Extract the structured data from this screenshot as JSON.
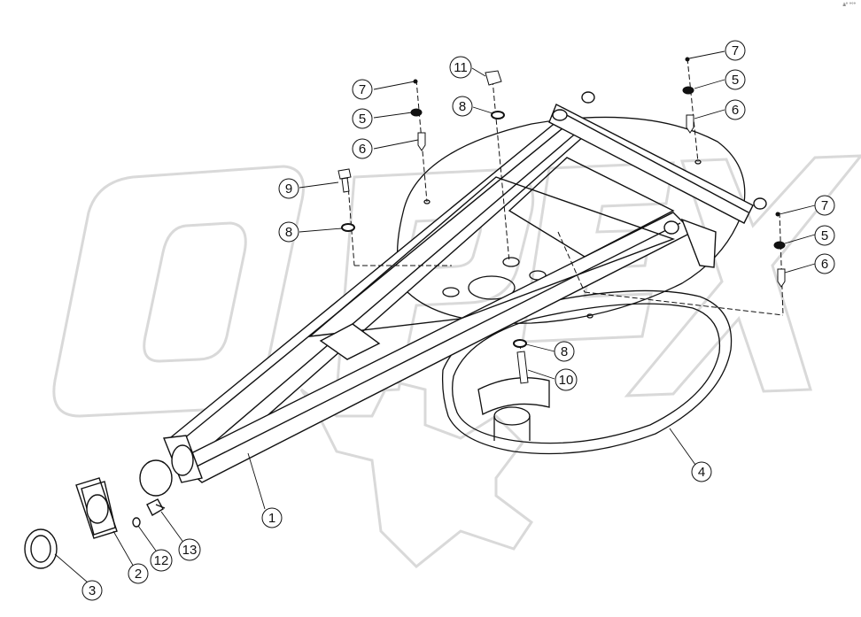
{
  "corner_tag": "a° °°°",
  "watermark_text": "OPEX",
  "colors": {
    "line": "#111111",
    "watermark": "#d9d9d9",
    "background": "#ffffff"
  },
  "callouts": [
    {
      "id": "c1",
      "label": "1"
    },
    {
      "id": "c2",
      "label": "2"
    },
    {
      "id": "c3",
      "label": "3"
    },
    {
      "id": "c4",
      "label": "4"
    },
    {
      "id": "c5a",
      "label": "5"
    },
    {
      "id": "c5b",
      "label": "5"
    },
    {
      "id": "c5c",
      "label": "5"
    },
    {
      "id": "c6a",
      "label": "6"
    },
    {
      "id": "c6b",
      "label": "6"
    },
    {
      "id": "c6c",
      "label": "6"
    },
    {
      "id": "c7a",
      "label": "7"
    },
    {
      "id": "c7b",
      "label": "7"
    },
    {
      "id": "c7c",
      "label": "7"
    },
    {
      "id": "c8a",
      "label": "8"
    },
    {
      "id": "c8b",
      "label": "8"
    },
    {
      "id": "c8c",
      "label": "8"
    },
    {
      "id": "c9",
      "label": "9"
    },
    {
      "id": "c10",
      "label": "10"
    },
    {
      "id": "c11",
      "label": "11"
    },
    {
      "id": "c12",
      "label": "12"
    },
    {
      "id": "c13",
      "label": "13"
    }
  ]
}
